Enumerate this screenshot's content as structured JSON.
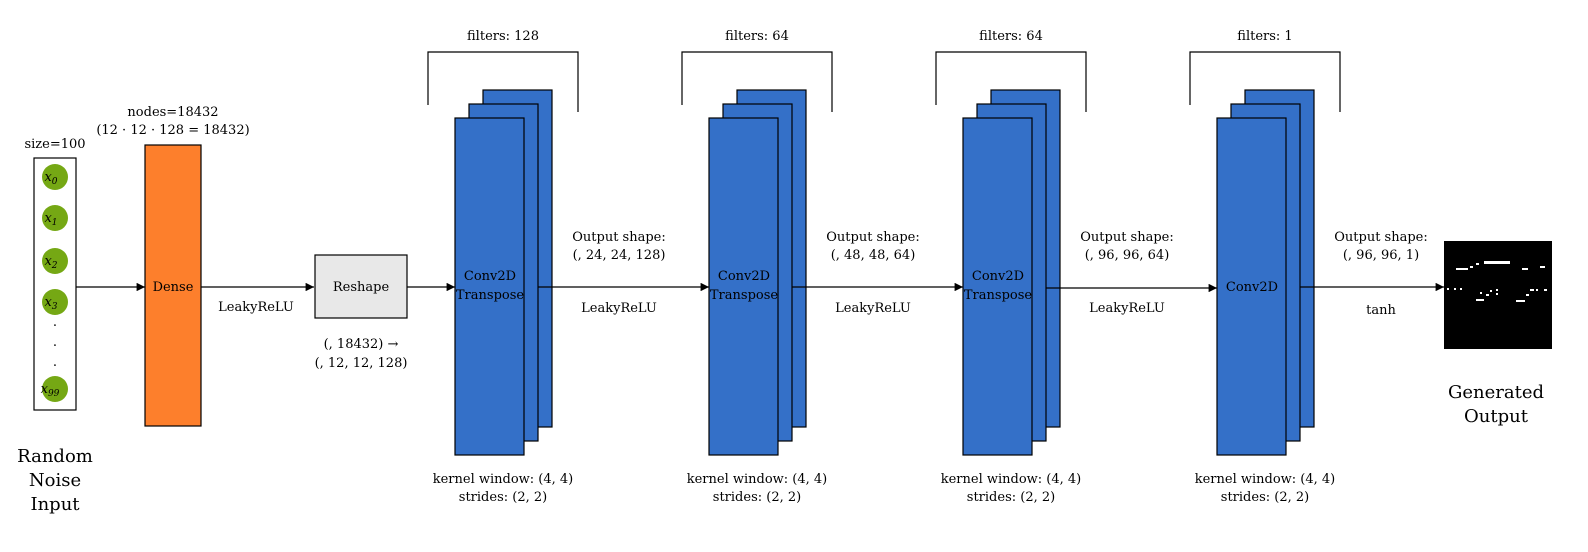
{
  "input": {
    "size_label": "size=100",
    "nodes": [
      {
        "var": "x",
        "sub": "0"
      },
      {
        "var": "x",
        "sub": "1"
      },
      {
        "var": "x",
        "sub": "2"
      },
      {
        "var": "x",
        "sub": "3"
      },
      {
        "var": "x",
        "sub": "99"
      }
    ],
    "ellipsis": [
      ".",
      ".",
      "."
    ],
    "caption": [
      "Random",
      "Noise",
      "Input"
    ]
  },
  "dense": {
    "label": "Dense",
    "nodes_label": "nodes=18432",
    "calc_label": "(12 · 12 · 128 = 18432)",
    "activation": "LeakyReLU"
  },
  "reshape": {
    "label": "Reshape",
    "shape_line1": "(, 18432) →",
    "shape_line2": "(, 12, 12, 128)"
  },
  "conv_blocks": [
    {
      "name": [
        "Conv2D",
        "Transpose"
      ],
      "filters": "filters: 128",
      "kernel": "kernel window: (4, 4)",
      "strides": "strides: (2, 2)",
      "output_title": "Output shape:",
      "output_shape": "(, 24, 24, 128)",
      "activation": "LeakyReLU"
    },
    {
      "name": [
        "Conv2D",
        "Transpose"
      ],
      "filters": "filters: 64",
      "kernel": "kernel window: (4, 4)",
      "strides": "strides: (2, 2)",
      "output_title": "Output shape:",
      "output_shape": "(, 48, 48, 64)",
      "activation": "LeakyReLU"
    },
    {
      "name": [
        "Conv2D",
        "Transpose"
      ],
      "filters": "filters: 64",
      "kernel": "kernel window: (4, 4)",
      "strides": "strides: (2, 2)",
      "output_title": "Output shape:",
      "output_shape": "(, 96, 96, 64)",
      "activation": "LeakyReLU"
    },
    {
      "name": [
        "Conv2D"
      ],
      "filters": "filters: 1",
      "kernel": "kernel window: (4, 4)",
      "strides": "strides: (2, 2)",
      "output_title": "Output shape:",
      "output_shape": "(, 96, 96, 1)",
      "activation": "tanh"
    }
  ],
  "output": {
    "caption": [
      "Generated",
      "Output"
    ]
  },
  "colors": {
    "node_green": "#75a814",
    "dense_orange": "#fd7f2c",
    "conv_blue": "#3470c8",
    "reshape_gray": "#e8e8e8",
    "output_black": "#000000"
  }
}
